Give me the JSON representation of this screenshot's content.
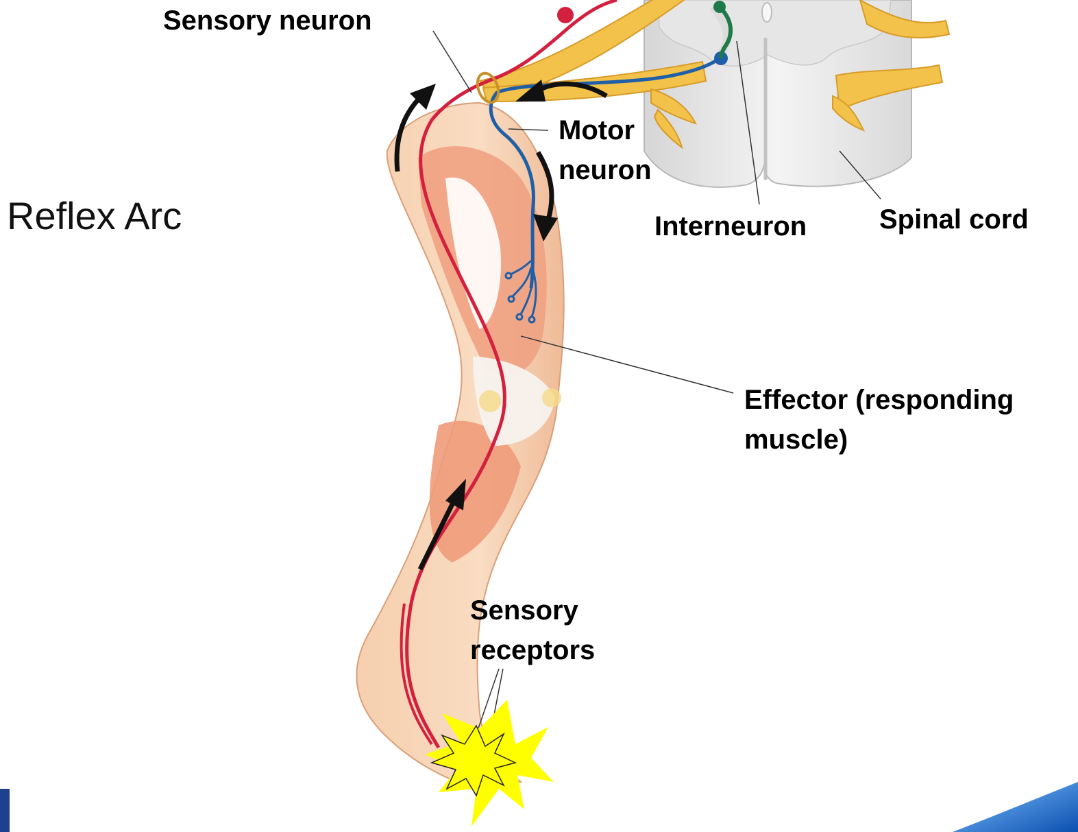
{
  "slide": {
    "title": "Reflex Arc"
  },
  "labels": {
    "sensory_neuron": "Sensory neuron",
    "motor_neuron_line1": "Motor",
    "motor_neuron_line2": "neuron",
    "interneuron": "Interneuron",
    "spinal_cord": "Spinal cord",
    "effector_line1": "Effector (responding",
    "effector_line2": "muscle)",
    "sensory_receptors_line1": "Sensory",
    "sensory_receptors_line2": "receptors"
  },
  "colors": {
    "sensory_neuron": "#d4203f",
    "motor_neuron": "#1f5fa8",
    "interneuron": "#1f7a4a",
    "nerve": "#f2c24a",
    "muscle": "#f0a282",
    "skin": "#f8d3b4",
    "spinal_cord": "#eeeeee",
    "stimulus": "#ffff00",
    "corner_accent": "#1f6fd6"
  }
}
